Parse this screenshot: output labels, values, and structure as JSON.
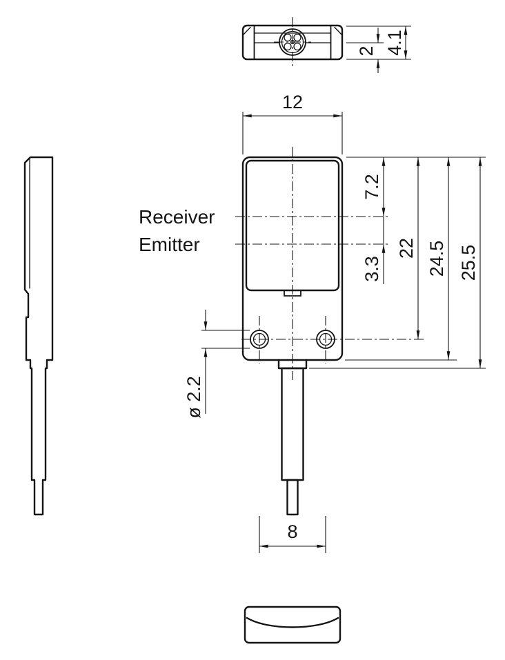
{
  "drawing": {
    "views": {
      "top": {
        "dims": {
          "step_height": "2",
          "total_depth": "4.1"
        }
      },
      "front": {
        "labels": {
          "receiver": "Receiver",
          "emitter": "Emitter"
        },
        "dims": {
          "width": "12",
          "receiver_axis_offset": "7.2",
          "axis_spacing": "3.3",
          "hole_axis_offset": "22",
          "shoulder_height": "24.5",
          "overall_height": "25.5",
          "hole_diameter": "ø 2.2",
          "hole_pitch": "8"
        }
      }
    },
    "colors": {
      "line": "#141414",
      "background": "#ffffff"
    }
  }
}
